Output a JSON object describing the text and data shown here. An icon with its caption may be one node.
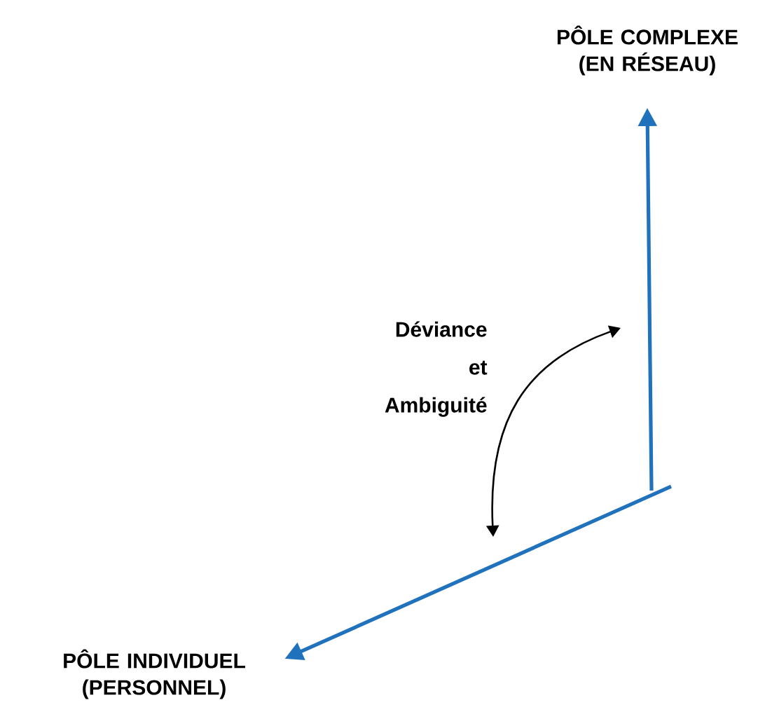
{
  "diagram": {
    "nodes": [
      {
        "text": [
          "PÔLE COMPLEXE (EN RÉSEAU)"
        ]
      },
      {
        "text": [
          "PÔLE INDIVIDUEL (PERSONNEL)"
        ]
      }
    ],
    "edges": [
      {
        "from": null,
        "to": 0,
        "arrow": "to"
      },
      {
        "from": null,
        "to": 1,
        "arrow": "to"
      }
    ],
    "labels": [
      "Déviance et Ambiguité"
    ]
  }
}
